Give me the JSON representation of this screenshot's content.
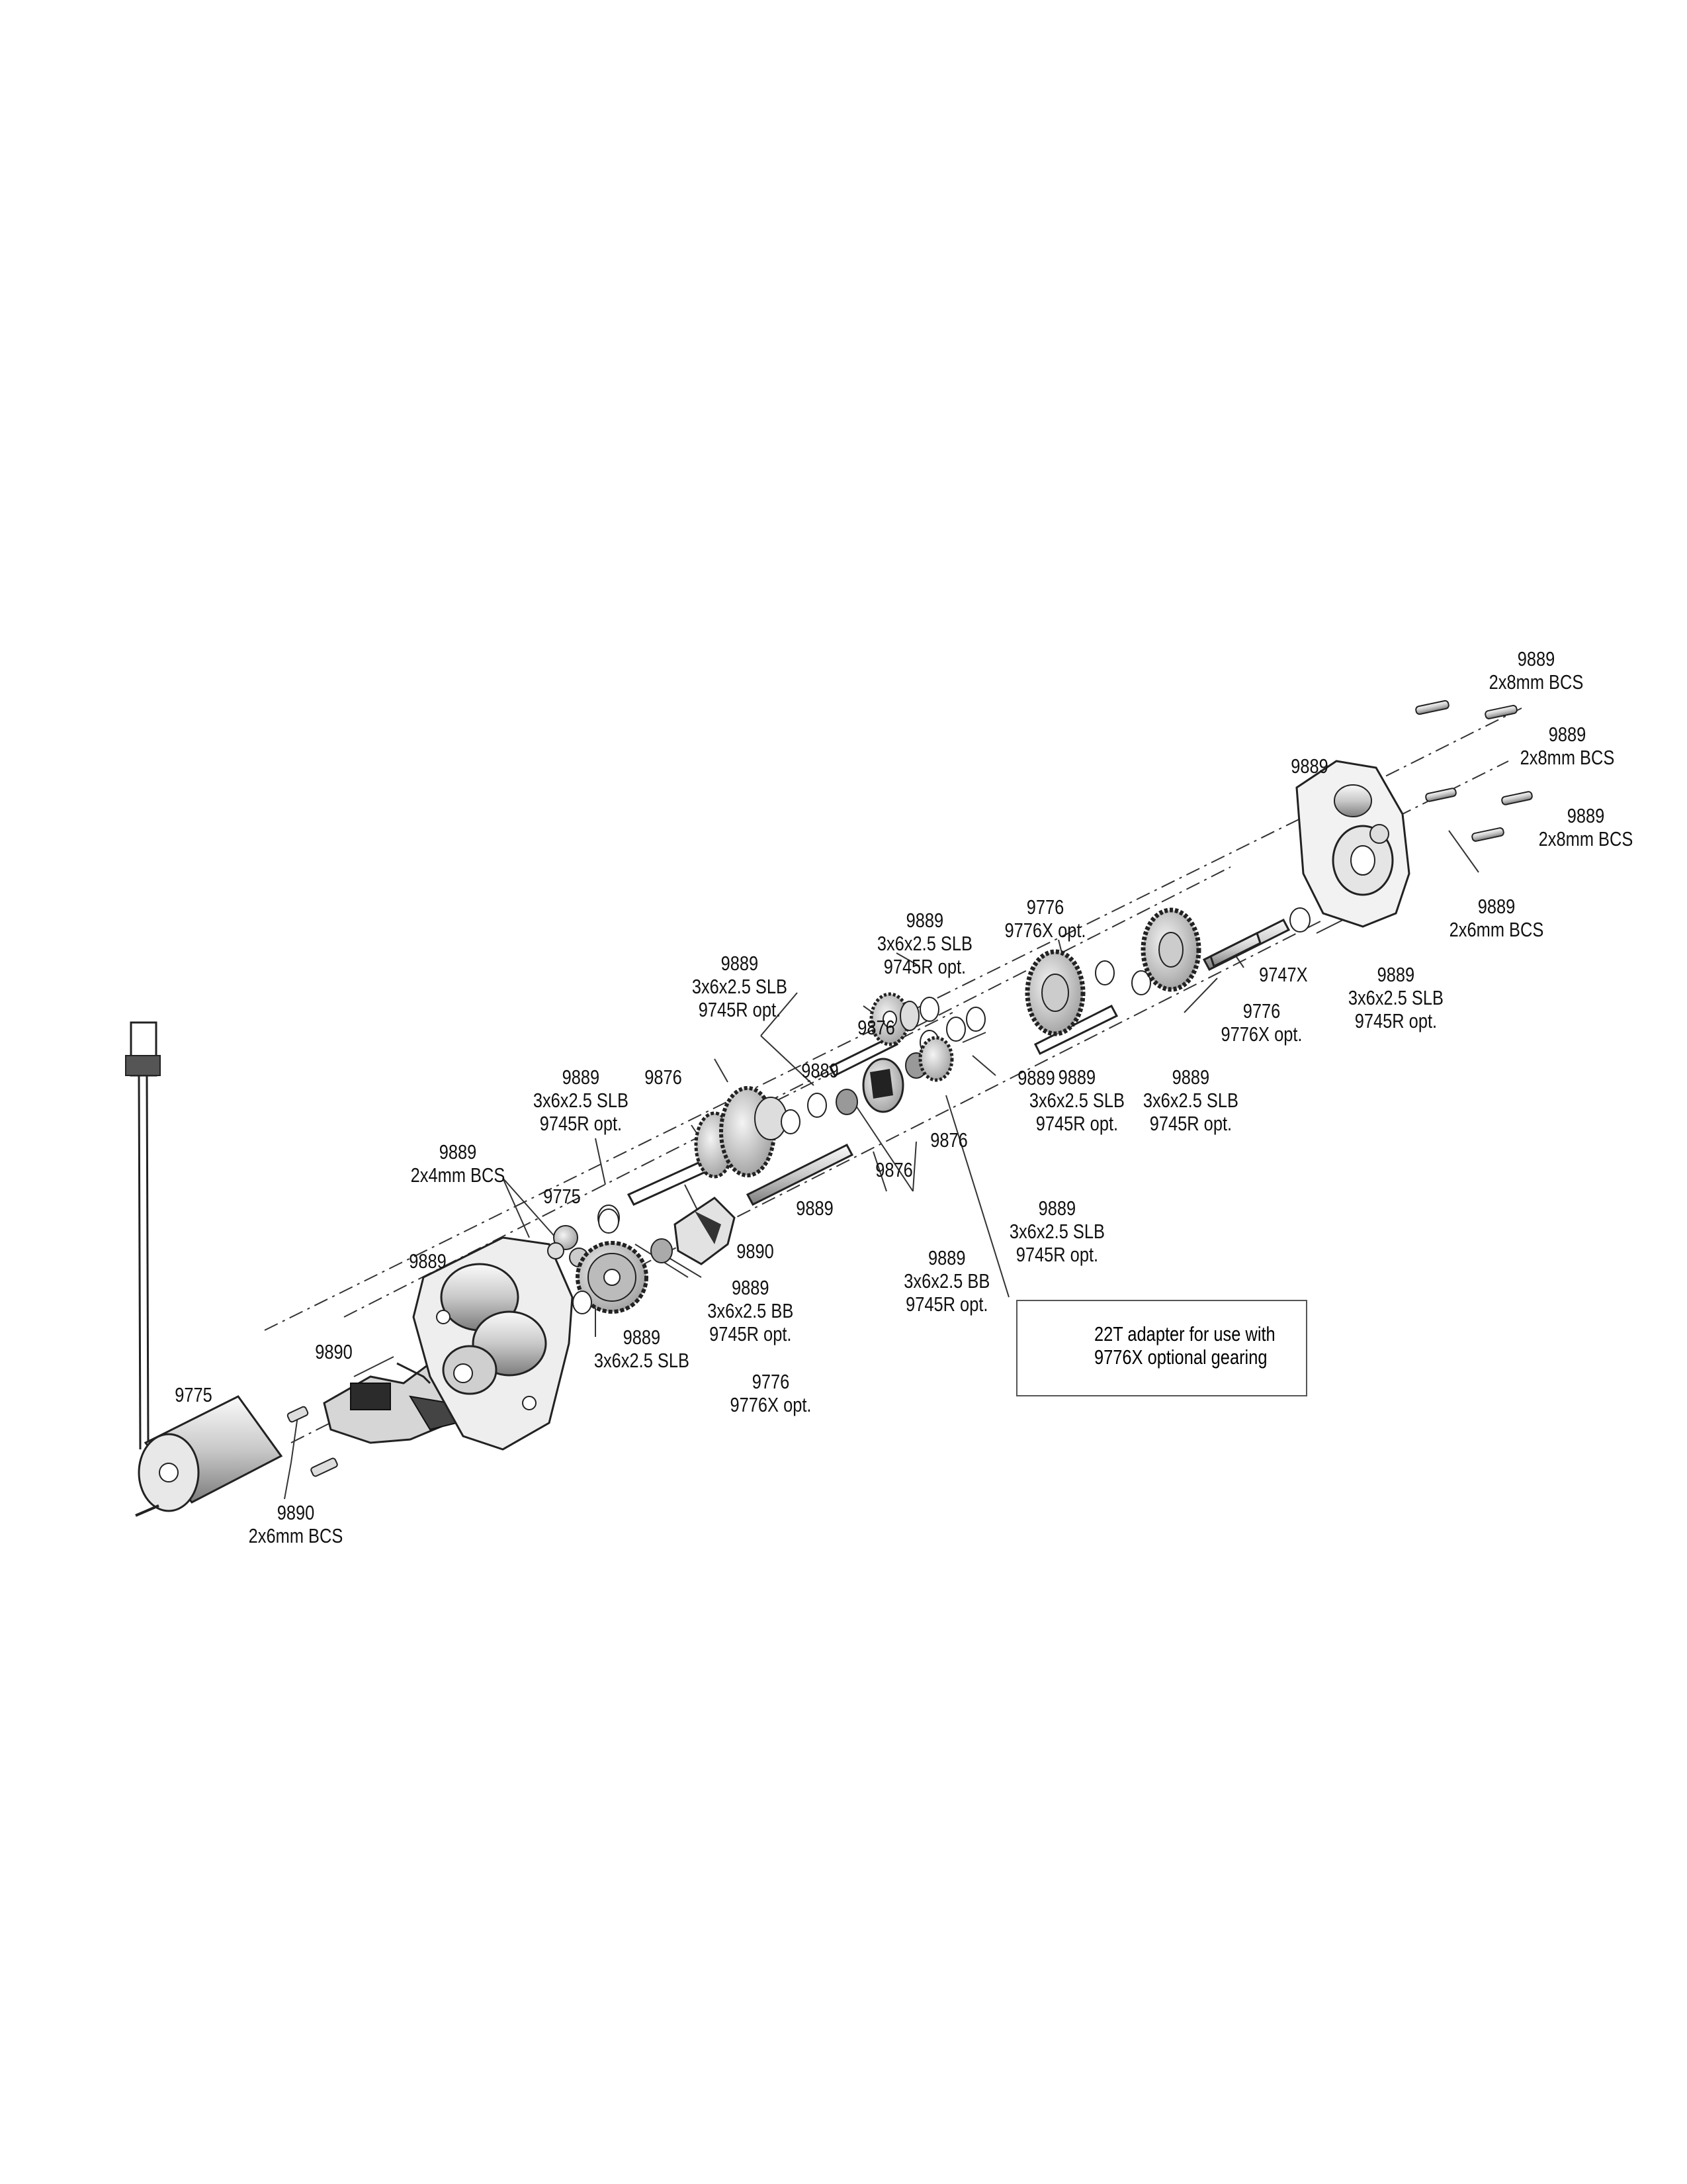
{
  "labels": {
    "l1": [
      "9889",
      "2x8mm BCS"
    ],
    "l2": [
      "9889",
      "2x8mm BCS"
    ],
    "l3": [
      "9889",
      "2x8mm BCS"
    ],
    "l4": [
      "9889"
    ],
    "l5": [
      "9889",
      "2x6mm BCS"
    ],
    "l6": [
      "9776",
      "9776X opt."
    ],
    "l7": [
      "9889",
      "3x6x2.5 SLB",
      "9745R opt."
    ],
    "l8": [
      "9747X"
    ],
    "l9": [
      "9889",
      "3x6x2.5 SLB",
      "9745R opt."
    ],
    "l10": [
      "9776",
      "9776X opt."
    ],
    "l11": [
      "9889",
      "3x6x2.5 SLB",
      "9745R opt."
    ],
    "l12": [
      "9889"
    ],
    "l13": [
      "9876"
    ],
    "l14": [
      "9889",
      "3x6x2.5 SLB",
      "9745R opt."
    ],
    "l15": [
      "9889",
      "3x6x2.5 SLB",
      "9745R opt."
    ],
    "l16": [
      "9876"
    ],
    "l17": [
      "9889",
      "3x6x2.5 SLB",
      "9745R opt."
    ],
    "l18": [
      "9876"
    ],
    "l19": [
      "9876"
    ],
    "l20": [
      "9889"
    ],
    "l21": [
      "9889"
    ],
    "l22": [
      "9889",
      "3x6x2.5 SLB",
      "9745R opt."
    ],
    "l23": [
      "9889",
      "2x4mm BCS"
    ],
    "l24": [
      "9775"
    ],
    "l25": [
      "9890"
    ],
    "l26": [
      "9889",
      "3x6x2.5 BB",
      "9745R opt."
    ],
    "l27": [
      "9889",
      "3x6x2.5 BB",
      "9745R opt."
    ],
    "l28": [
      "9889"
    ],
    "l29": [
      "9889",
      "3x6x2.5 SLB"
    ],
    "l30": [
      "9776",
      "9776X opt."
    ],
    "l31": [
      "9890"
    ],
    "l32": [
      "9775"
    ],
    "l33": [
      "9890",
      "2x6mm BCS"
    ]
  },
  "inset": {
    "text": [
      "22T adapter for use with",
      "9776X optional gearing"
    ]
  }
}
